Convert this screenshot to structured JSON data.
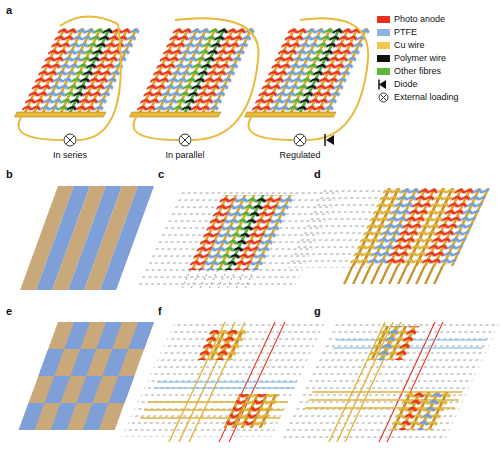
{
  "diagram": {
    "labels": [
      "a",
      "In series",
      "In parallel",
      "Regulated",
      "b",
      "c",
      "d",
      "e",
      "f",
      "g"
    ],
    "legend": [
      {
        "text": "Photo anode",
        "color": "#e8301e"
      },
      {
        "text": "PTFE",
        "color": "#8fb3e0"
      },
      {
        "text": "Cu wire",
        "color": "#f2c94c"
      },
      {
        "text": "Polymer wire",
        "color": "#111111"
      },
      {
        "text": "Other fibres",
        "color": "#5cb83c"
      },
      {
        "text": "Diode"
      },
      {
        "text": "External loading"
      }
    ]
  }
}
